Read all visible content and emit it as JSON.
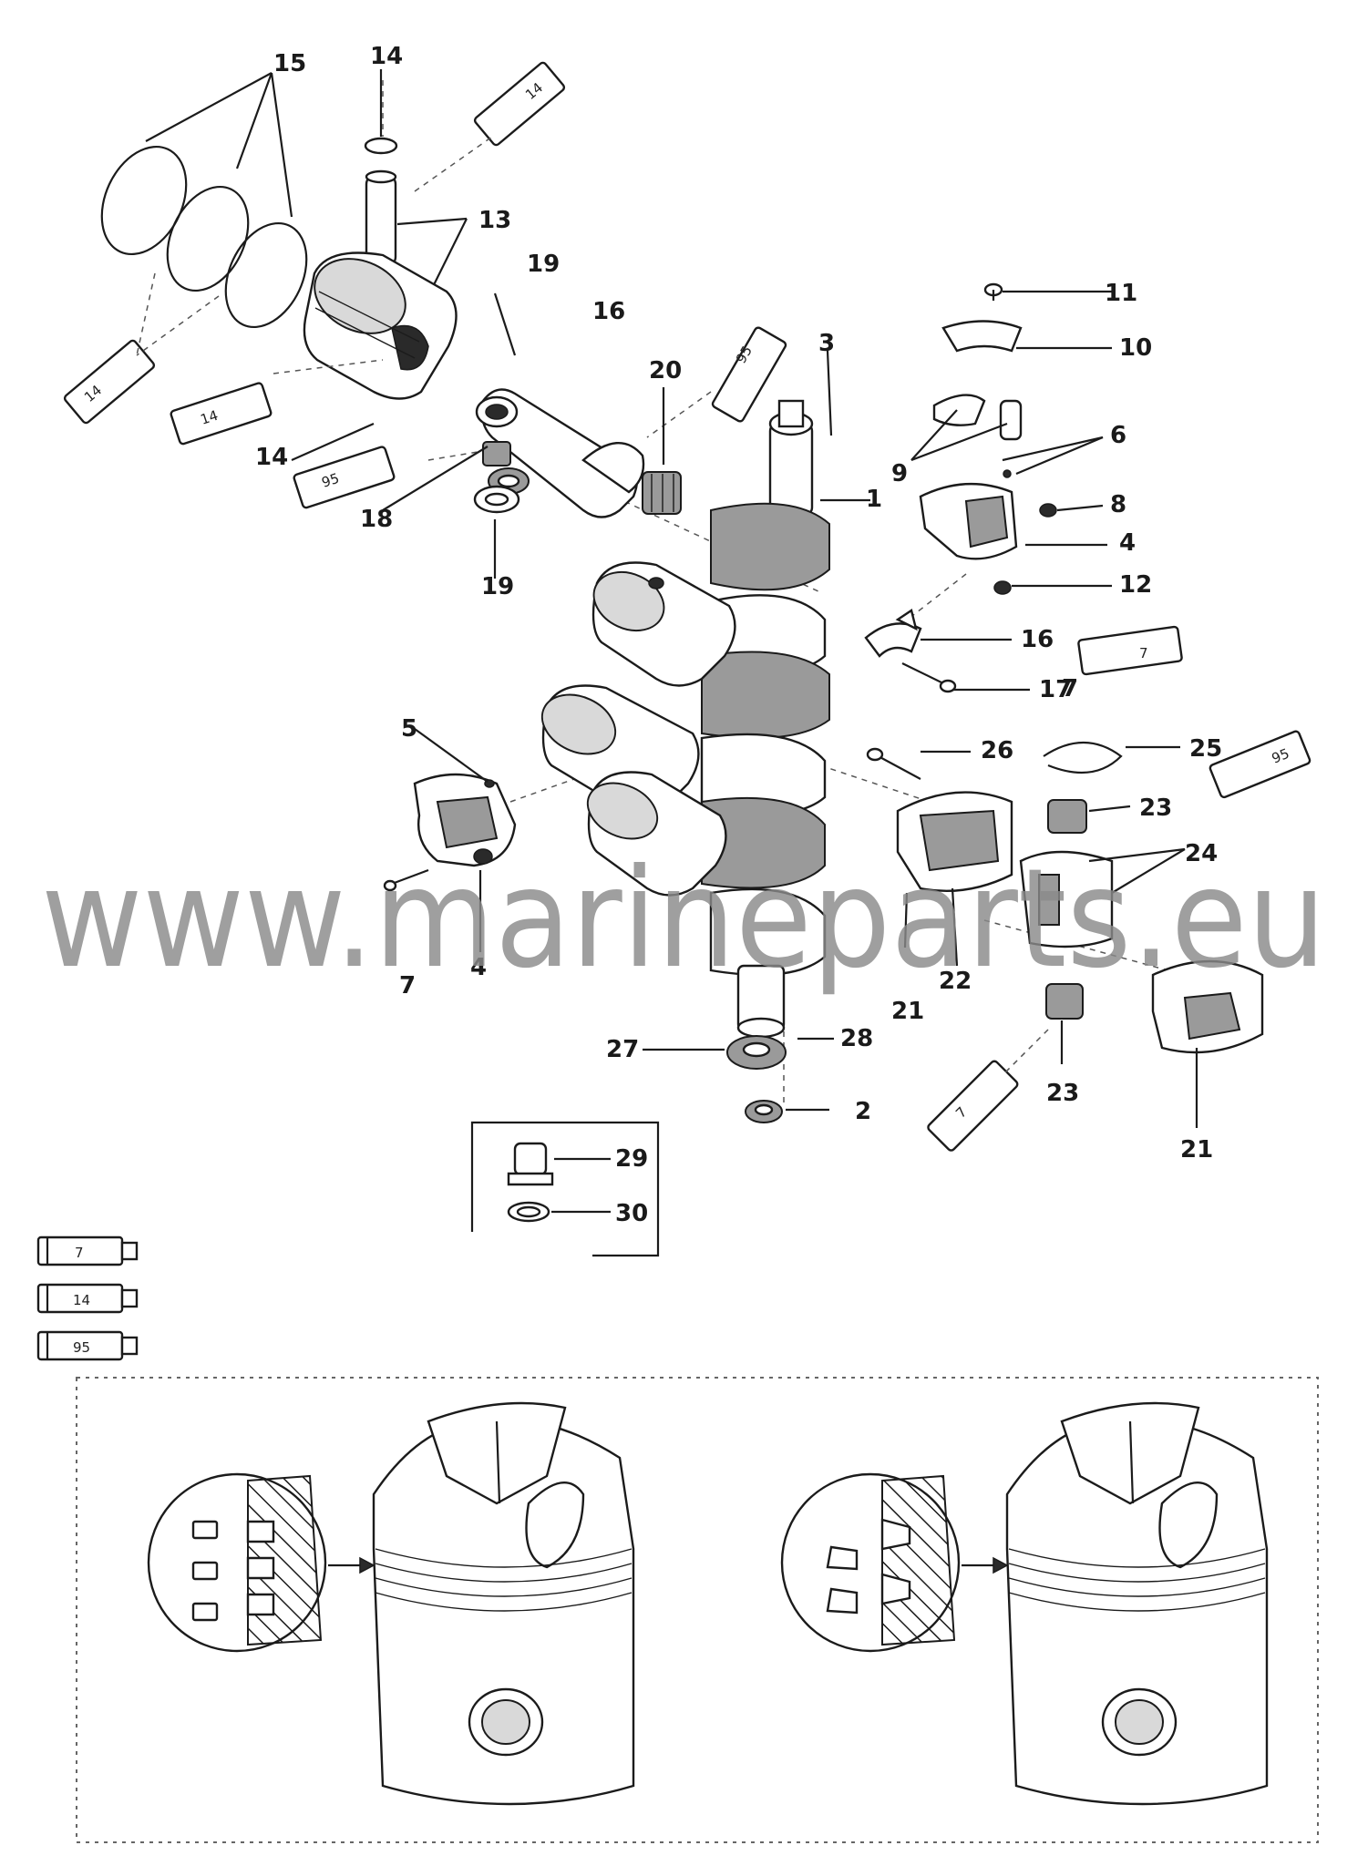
{
  "callouts": [
    "1",
    "2",
    "3",
    "4",
    "4",
    "5",
    "6",
    "7",
    "7",
    "8",
    "9",
    "10",
    "11",
    "12",
    "13",
    "14",
    "14",
    "15",
    "16",
    "16",
    "17",
    "18",
    "19",
    "19",
    "20",
    "21",
    "21",
    "22",
    "23",
    "23",
    "24",
    "25",
    "26",
    "27",
    "28",
    "29",
    "30"
  ],
  "tube_labels": [
    "14",
    "14",
    "14",
    "95",
    "95",
    "7",
    "95",
    "7",
    "14",
    "95"
  ],
  "watermark": "www.marineparts.eu"
}
